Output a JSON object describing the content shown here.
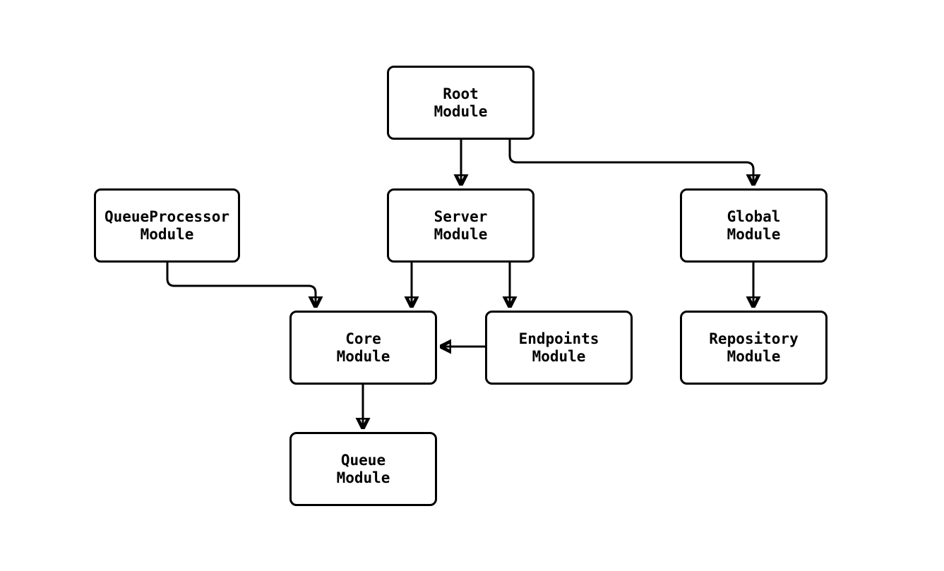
{
  "diagram": {
    "type": "module-dependency-flowchart",
    "background_color": "#ffffff",
    "node_fill_color": "#ffffff",
    "node_border_color": "#000000",
    "edge_color": "#000000",
    "text_color": "#000000",
    "nodes": [
      {
        "id": "root",
        "label": "Root\nModule"
      },
      {
        "id": "queueprocessor",
        "label": "QueueProcessor\nModule"
      },
      {
        "id": "server",
        "label": "Server\nModule"
      },
      {
        "id": "global",
        "label": "Global\nModule"
      },
      {
        "id": "core",
        "label": "Core\nModule"
      },
      {
        "id": "endpoints",
        "label": "Endpoints\nModule"
      },
      {
        "id": "repository",
        "label": "Repository\nModule"
      },
      {
        "id": "queue",
        "label": "Queue\nModule"
      }
    ],
    "edges": [
      {
        "from": "Root Module",
        "to": "Server Module"
      },
      {
        "from": "Root Module",
        "to": "Global Module"
      },
      {
        "from": "QueueProcessor Module",
        "to": "Core Module"
      },
      {
        "from": "Server Module",
        "to": "Core Module"
      },
      {
        "from": "Server Module",
        "to": "Endpoints Module"
      },
      {
        "from": "Endpoints Module",
        "to": "Core Module"
      },
      {
        "from": "Global Module",
        "to": "Repository Module"
      },
      {
        "from": "Core Module",
        "to": "Queue Module"
      }
    ]
  }
}
